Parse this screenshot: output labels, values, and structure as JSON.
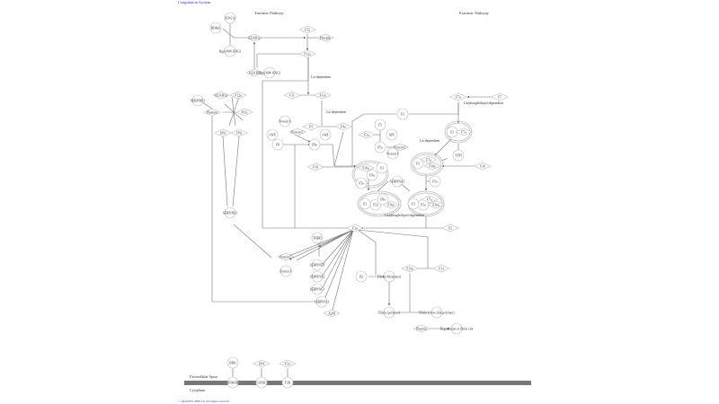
{
  "header": {
    "title": "Coagulation System"
  },
  "footer": {
    "copyright": "© QIAGEN 2000-19. All rights reserved"
  },
  "sections": {
    "intrinsic": "Intrinsic Pathway",
    "extrinsic": "Extrinsic Pathway",
    "ca_dependent_1": "Ca-dependent",
    "ca_dependent_2": "Ca-dependent",
    "ca_dependent_3": "Ca-dependent",
    "ca_phospholipid_1": "Ca/phospholipid dependent",
    "ca_phospholipid_2": "Ca/phospholipid dependent",
    "extracellular": "Extracellular Space",
    "cytoplasm": "Cytoplasm"
  },
  "nodes": {
    "kng1a": "KNG1a",
    "bdkrb_top": "BDKrb",
    "hmw_kng1_1": "High MW KNG1",
    "klkb1a_top": "KLKB1a",
    "f12": "F12",
    "phospho_top": "Phospho",
    "f12a": "F12a",
    "klkb1": "KLKB1",
    "hmw_kng1_2": "High MW KNG1",
    "f11": "F11",
    "f11a": "F11a",
    "serpinf2": "SERPINF2",
    "klkb1a_left": "KLKB1a",
    "f12a_left": "F12a",
    "plasmin": "Plasmin",
    "plg": "PLG",
    "upa": "UPA",
    "tpa": "TPA",
    "serpine1": "SERPINE1",
    "protein_s_1": "Protein S",
    "protein_c_1": "Protein C",
    "f9": "F9",
    "f9a": "F9a",
    "vwf_1": "vWF",
    "vwf_2": "vWF",
    "f8": "F8",
    "f8a": "F8a",
    "f10": "F10",
    "f3": "F3",
    "f7a_top": "F7a",
    "f7": "F7",
    "f5": "F5",
    "f5a": "F5a",
    "f2a_small": "F2a",
    "apc": "APC",
    "protein_c_2": "Protein C",
    "protein_s_2": "Protein S",
    "f3_complex": "F3",
    "f7a_complex": "F7a",
    "tfpi": "TFPI",
    "f10a_c1": "F10a",
    "f9a_c1": "F9a",
    "f3_c1": "F3",
    "f10_right": "F10",
    "f3_c2": "F3",
    "f7a_c2": "F7a",
    "f10a_c2": "F10a",
    "f5a_left": "F5a",
    "serpina5": "SERPINA5",
    "f5a_right": "F5a",
    "f3_c3": "F3",
    "f5a_c3": "F5a",
    "f8a_c3": "F8a",
    "f10a_c3": "F10a",
    "f3_c4": "F3",
    "f5a_c4": "F5a",
    "f7a_c4": "F7a",
    "f10a_c4": "F10a",
    "f2a": "F2a",
    "f2": "F2",
    "thbd": "THBD",
    "protein_c_3": "Protein C",
    "protein_s_3": "Protein S",
    "serpind1": "SERPIND1",
    "serpina2": "SERPINA2",
    "serpinc1": "SERPINC1",
    "serpina1": "SERPINA1",
    "a2m": "A2M",
    "fg": "FG",
    "fibrin_monomer": "Fibrin (Monomer)",
    "f13a": "F13a",
    "f13": "F13",
    "fibrin_polymer": "Fibrin (polymer)",
    "fibrin_crosslink": "Fibrin (cross-link polymer)",
    "plasmin_bottom": "Plasmin",
    "degradation": "Degradation of fibrin clot",
    "bdk": "BDK",
    "upa_bottom": "UPA",
    "f2a_bottom": "F2a",
    "bdkrb_membrane": "BDKRB",
    "uplasr": "UPAR",
    "f2r": "F2R"
  }
}
